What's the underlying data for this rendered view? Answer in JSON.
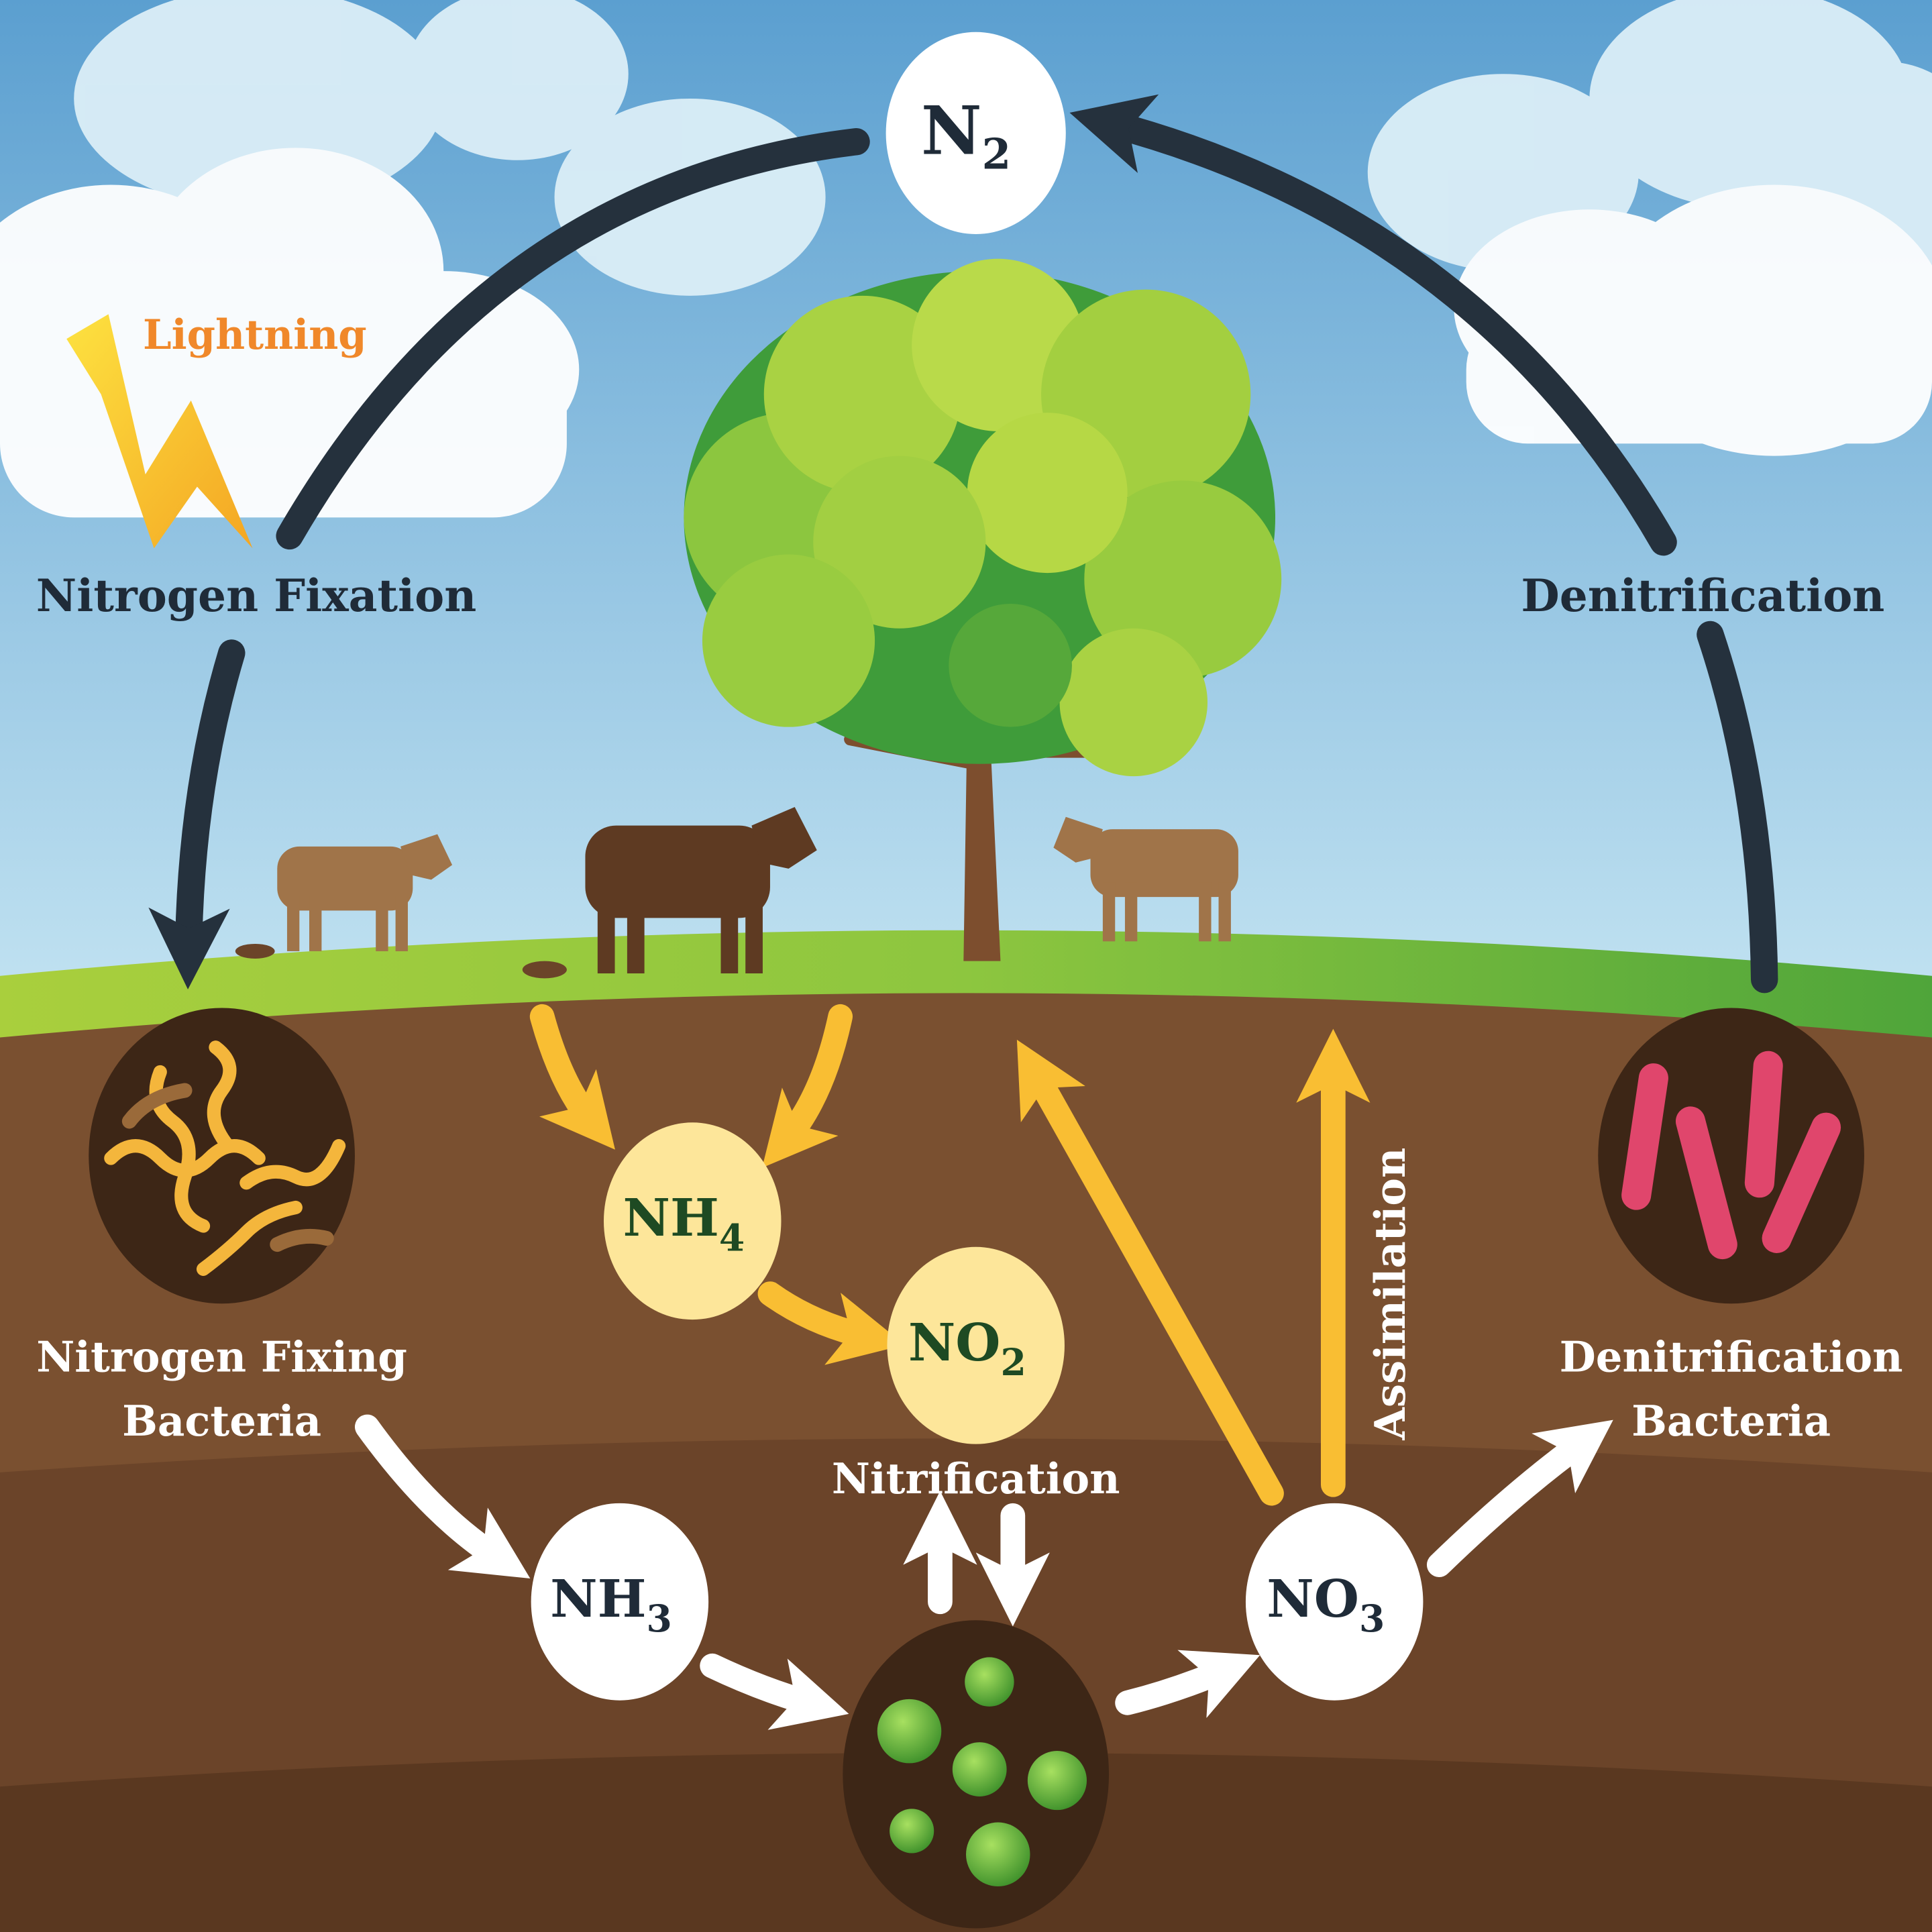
{
  "nodes": {
    "n2": {
      "main": "N",
      "sub": "2"
    },
    "nh4": {
      "main": "NH",
      "sub": "4"
    },
    "no2": {
      "main": "NO",
      "sub": "2"
    },
    "nh3": {
      "main": "NH",
      "sub": "3"
    },
    "no3": {
      "main": "NO",
      "sub": "3"
    }
  },
  "labels": {
    "lightning": "Lightning",
    "nitrogen_fixation": "Nitrogen Fixation",
    "denitrification": "Denitrification",
    "nitrogen_fixing_bacteria_1": "Nitrogen Fixing",
    "nitrogen_fixing_bacteria_2": "Bacteria",
    "denitrification_bacteria_1": "Denitrification",
    "denitrification_bacteria_2": "Bacteria",
    "nitrification": "Nitrification",
    "assimilation": "Assimilation"
  },
  "icons": [
    "lightning-bolt-icon",
    "tree-icon",
    "cow-icon",
    "bacteria-icon"
  ],
  "colors": {
    "sky_top": "#5b9fd0",
    "sky_bottom": "#c7e6f3",
    "grass": "#8dc63f",
    "soil_top": "#7a5030",
    "soil_mid": "#6b4429",
    "soil_deep": "#5a3820",
    "dark_arrow": "#25313d",
    "yellow_arrow": "#f9be33",
    "lightning_text": "#f0882a",
    "ammonium_fill": "#fde69a",
    "ammonium_text": "#1e4a23"
  }
}
